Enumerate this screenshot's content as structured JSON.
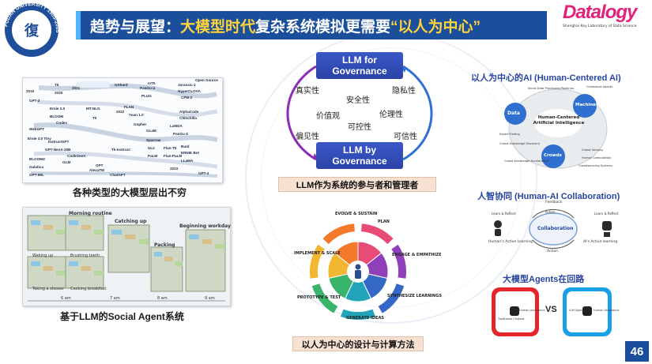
{
  "header": {
    "university_seal_text": "FUDAN UNIVERSITY 1905-2005",
    "title_part1": "趋势与展望：",
    "title_highlight": "大模型时代",
    "title_part2": "复杂系统模拟更需要",
    "title_quote": "“以人为中心”",
    "brand_name": "Datalogy",
    "brand_sub": "Shanghai Key Laboratory of Data Science"
  },
  "left_top": {
    "years": [
      "2019",
      "2020",
      "2021",
      "2022",
      "2023"
    ],
    "models": [
      "T5",
      "GPT-3",
      "Ernie 2.0",
      "BLOOM",
      "Codex",
      "WebGPT",
      "Ernie 3.0 Tiny",
      "InstructGPT",
      "GPT-NeoX-20B",
      "CodeGeeX",
      "GLM",
      "OPT",
      "BLOOMZ",
      "Galatica",
      "OPT-IML",
      "ChatGPT",
      "AlexaTM",
      "GShard",
      "PanGu-α",
      "PLUG",
      "FLAN",
      "Yuan 1.0",
      "Gopher",
      "GLaM",
      "T0",
      "mT5",
      "MT-NLG",
      "UL2",
      "PaLM",
      "Tk-Instruct",
      "Sparrow",
      "Flan-T5",
      "Flan-PaLM",
      "LaMDA",
      "CPM-2",
      "Jurassic-1",
      "HyperCLOVA",
      "AlphaCode",
      "Chinchilla",
      "PanGu-Σ",
      "Bard",
      "ERNIE Bot",
      "LLaMA",
      "GPT-4",
      "Open-Source"
    ],
    "caption": "各种类型的大模型层出不穷"
  },
  "left_bottom": {
    "scenes": [
      "Morning routine",
      "Catching up",
      "Beginning workday",
      "Packing"
    ],
    "activities": [
      "Waking up",
      "Brushing teeth",
      "Taking a shower",
      "Cooking breakfast"
    ],
    "times": [
      "6 am",
      "7 am",
      "8 am",
      "9 am"
    ],
    "caption": "基于LLM的Social Agent系统"
  },
  "center_top": {
    "top_box": "LLM for Governance",
    "bottom_box": "LLM by Governance",
    "words": [
      "真实性",
      "隐私性",
      "安全性",
      "价值观",
      "伦理性",
      "可控性",
      "偏见性",
      "可信性"
    ],
    "caption": "LLM作为系统的参与者和管理者"
  },
  "center_bottom": {
    "steps": [
      "EVOLVE & SUSTAIN",
      "PLAN",
      "ENGAGE & EMPATHIZE",
      "SYNTHESIZE LEARNINGS",
      "GENERATE IDEAS",
      "PROTOTYPE & TEST",
      "IMPLEMENT & SCALE"
    ],
    "caption": "以人为中心的设计与计算方法"
  },
  "right_top": {
    "title": "以人为中心的AI (Human-Centered AI)",
    "center": "Human-Centered Artificial Intelligence",
    "nodes": [
      "Data",
      "Machines",
      "Crowds"
    ],
    "small_labels": [
      "Social Data Processing Pipelines",
      "Contextual Agents",
      "Expert Finding",
      "Crowd Knowledge Discovery",
      "Crowd-Knowledge Acceleration",
      "Crowd Sensing",
      "Human Computation",
      "Crowdsourcing Systems"
    ]
  },
  "right_mid": {
    "title": "人智协同 (Human-AI Collaboration)",
    "center": "Collaboration",
    "labels": [
      "Feedback",
      "Learn & Reflect",
      "Learn & Reflect",
      "Action",
      "Action",
      "Human's Active Learning",
      "AI's Active learning"
    ]
  },
  "right_bottom": {
    "title": "大模型Agents在回路",
    "vs": "VS",
    "left_label": "Traditional Chatbot",
    "left_right_label": "Human Assistance",
    "right_label": "LLM Agents",
    "right_right_label": "Human Assistance"
  },
  "page_number": "46",
  "colors": {
    "title_bar": "#1b4f9c",
    "title_highlight": "#ffd43b",
    "brand": "#e3207c",
    "caption_bg": "#f7e1d3",
    "gov_box": "#2f4bb5"
  }
}
